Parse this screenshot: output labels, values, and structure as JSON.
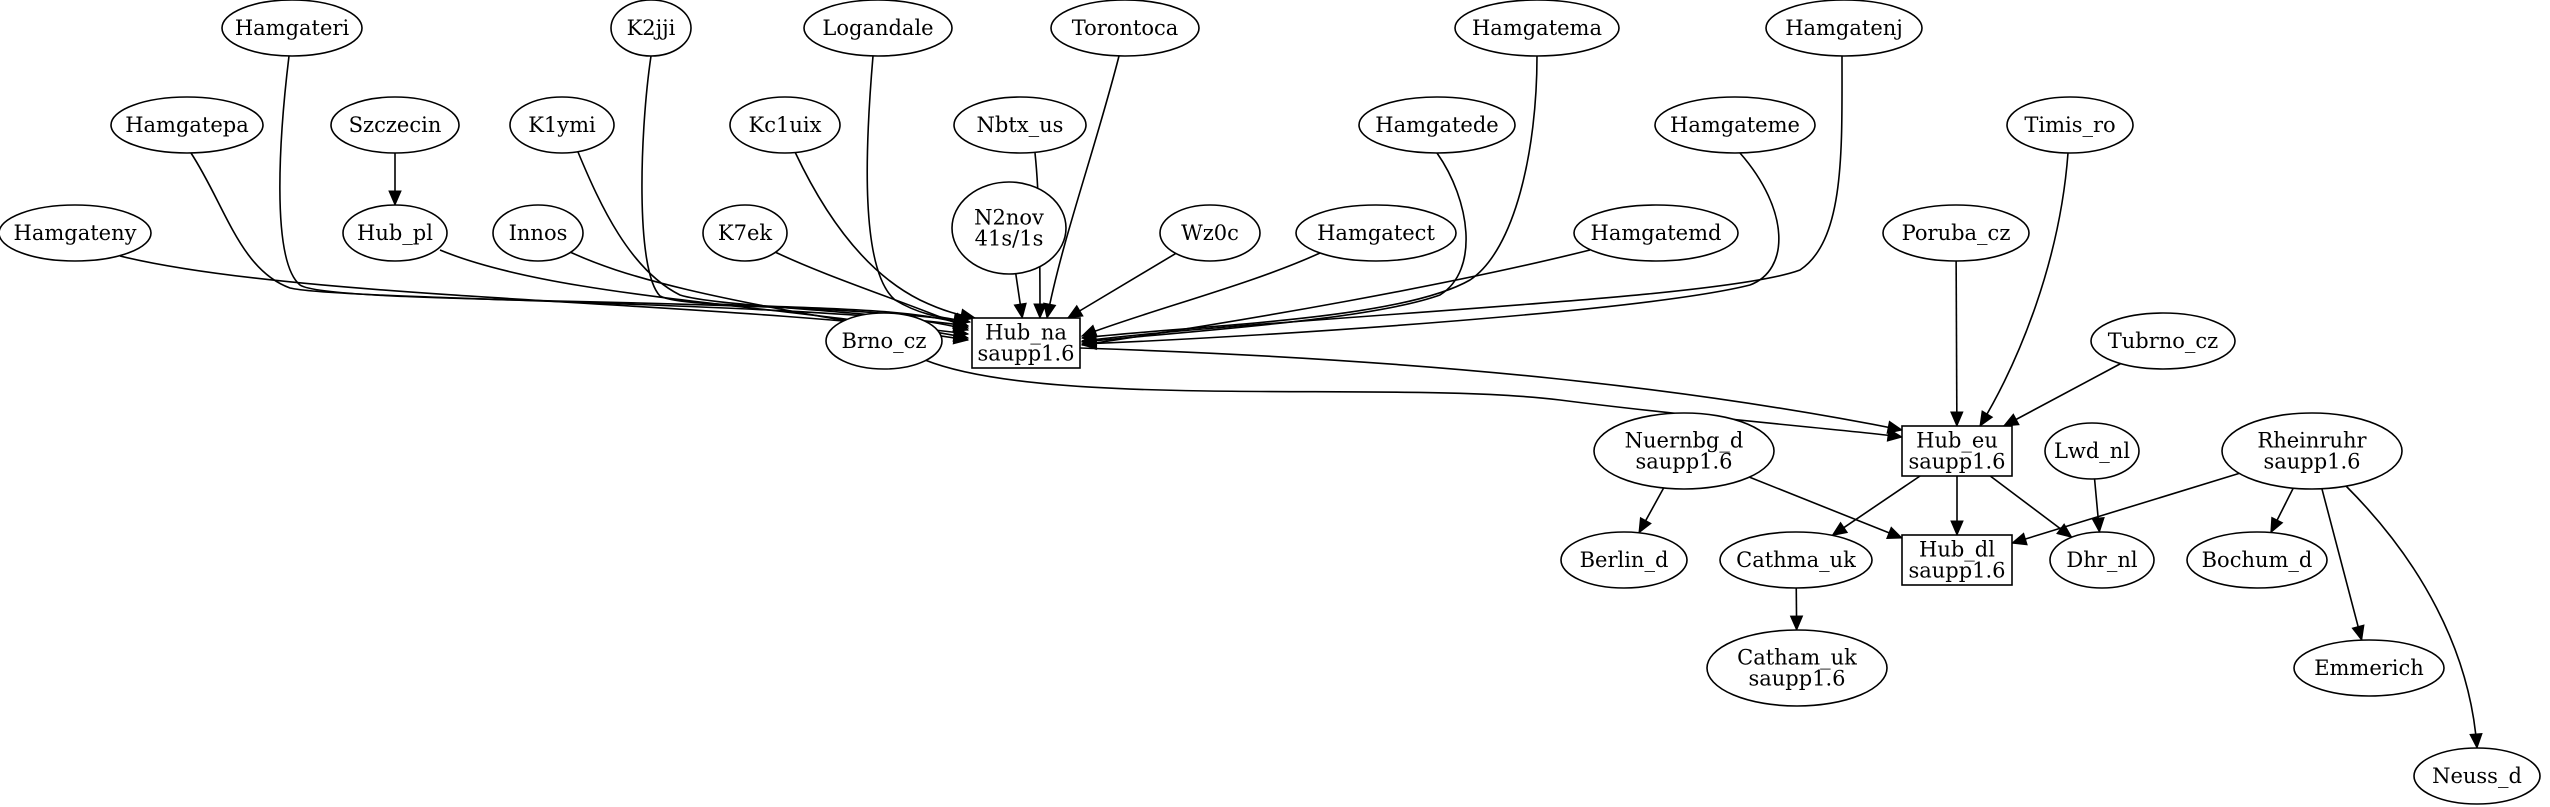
{
  "graph": {
    "nodes": [
      {
        "id": "Hamgateri",
        "lines": [
          "Hamgateri"
        ],
        "shape": "ellipse"
      },
      {
        "id": "K2jji",
        "lines": [
          "K2jji"
        ],
        "shape": "ellipse"
      },
      {
        "id": "Logandale",
        "lines": [
          "Logandale"
        ],
        "shape": "ellipse"
      },
      {
        "id": "Torontoca",
        "lines": [
          "Torontoca"
        ],
        "shape": "ellipse"
      },
      {
        "id": "Hamgatema",
        "lines": [
          "Hamgatema"
        ],
        "shape": "ellipse"
      },
      {
        "id": "Hamgatenj",
        "lines": [
          "Hamgatenj"
        ],
        "shape": "ellipse"
      },
      {
        "id": "Hamgatepa",
        "lines": [
          "Hamgatepa"
        ],
        "shape": "ellipse"
      },
      {
        "id": "Szczecin",
        "lines": [
          "Szczecin"
        ],
        "shape": "ellipse"
      },
      {
        "id": "K1ymi",
        "lines": [
          "K1ymi"
        ],
        "shape": "ellipse"
      },
      {
        "id": "Kc1uix",
        "lines": [
          "Kc1uix"
        ],
        "shape": "ellipse"
      },
      {
        "id": "Nbtx_us",
        "lines": [
          "Nbtx_us"
        ],
        "shape": "ellipse"
      },
      {
        "id": "Hamgatede",
        "lines": [
          "Hamgatede"
        ],
        "shape": "ellipse"
      },
      {
        "id": "Hamgateme",
        "lines": [
          "Hamgateme"
        ],
        "shape": "ellipse"
      },
      {
        "id": "Timis_ro",
        "lines": [
          "Timis_ro"
        ],
        "shape": "ellipse"
      },
      {
        "id": "Hamgateny",
        "lines": [
          "Hamgateny"
        ],
        "shape": "ellipse"
      },
      {
        "id": "Hub_pl",
        "lines": [
          "Hub_pl"
        ],
        "shape": "ellipse"
      },
      {
        "id": "Innos",
        "lines": [
          "Innos"
        ],
        "shape": "ellipse"
      },
      {
        "id": "K7ek",
        "lines": [
          "K7ek"
        ],
        "shape": "ellipse"
      },
      {
        "id": "N2nov",
        "lines": [
          "N2nov",
          "41s/1s"
        ],
        "shape": "ellipse"
      },
      {
        "id": "Wz0c",
        "lines": [
          "Wz0c"
        ],
        "shape": "ellipse"
      },
      {
        "id": "Hamgatect",
        "lines": [
          "Hamgatect"
        ],
        "shape": "ellipse"
      },
      {
        "id": "Hamgatemd",
        "lines": [
          "Hamgatemd"
        ],
        "shape": "ellipse"
      },
      {
        "id": "Poruba_cz",
        "lines": [
          "Poruba_cz"
        ],
        "shape": "ellipse"
      },
      {
        "id": "Brno_cz",
        "lines": [
          "Brno_cz"
        ],
        "shape": "ellipse"
      },
      {
        "id": "Hub_na",
        "lines": [
          "Hub_na",
          "saupp1.6"
        ],
        "shape": "box"
      },
      {
        "id": "Tubrno_cz",
        "lines": [
          "Tubrno_cz"
        ],
        "shape": "ellipse"
      },
      {
        "id": "Nuernbg_d",
        "lines": [
          "Nuernbg_d",
          "saupp1.6"
        ],
        "shape": "ellipse"
      },
      {
        "id": "Hub_eu",
        "lines": [
          "Hub_eu",
          "saupp1.6"
        ],
        "shape": "box"
      },
      {
        "id": "Lwd_nl",
        "lines": [
          "Lwd_nl"
        ],
        "shape": "ellipse"
      },
      {
        "id": "Rheinruhr",
        "lines": [
          "Rheinruhr",
          "saupp1.6"
        ],
        "shape": "ellipse"
      },
      {
        "id": "Berlin_d",
        "lines": [
          "Berlin_d"
        ],
        "shape": "ellipse"
      },
      {
        "id": "Cathma_uk",
        "lines": [
          "Cathma_uk"
        ],
        "shape": "ellipse"
      },
      {
        "id": "Hub_dl",
        "lines": [
          "Hub_dl",
          "saupp1.6"
        ],
        "shape": "box"
      },
      {
        "id": "Dhr_nl",
        "lines": [
          "Dhr_nl"
        ],
        "shape": "ellipse"
      },
      {
        "id": "Bochum_d",
        "lines": [
          "Bochum_d"
        ],
        "shape": "ellipse"
      },
      {
        "id": "Catham_uk",
        "lines": [
          "Catham_uk",
          "saupp1.6"
        ],
        "shape": "ellipse"
      },
      {
        "id": "Emmerich",
        "lines": [
          "Emmerich"
        ],
        "shape": "ellipse"
      },
      {
        "id": "Neuss_d",
        "lines": [
          "Neuss_d"
        ],
        "shape": "ellipse"
      }
    ],
    "edges": [
      {
        "from": "Hamgateri",
        "to": "Hub_na"
      },
      {
        "from": "K2jji",
        "to": "Hub_na"
      },
      {
        "from": "Logandale",
        "to": "Hub_na"
      },
      {
        "from": "Torontoca",
        "to": "Hub_na"
      },
      {
        "from": "Hamgatema",
        "to": "Hub_na"
      },
      {
        "from": "Hamgatenj",
        "to": "Hub_na"
      },
      {
        "from": "Hamgatepa",
        "to": "Hub_na"
      },
      {
        "from": "Szczecin",
        "to": "Hub_pl"
      },
      {
        "from": "K1ymi",
        "to": "Hub_na"
      },
      {
        "from": "Kc1uix",
        "to": "Hub_na"
      },
      {
        "from": "Nbtx_us",
        "to": "Hub_na"
      },
      {
        "from": "Hamgatede",
        "to": "Hub_na"
      },
      {
        "from": "Hamgateme",
        "to": "Hub_na"
      },
      {
        "from": "Timis_ro",
        "to": "Hub_eu"
      },
      {
        "from": "Hamgateny",
        "to": "Hub_na"
      },
      {
        "from": "Hub_pl",
        "to": "Hub_na"
      },
      {
        "from": "Innos",
        "to": "Hub_na"
      },
      {
        "from": "K7ek",
        "to": "Hub_na"
      },
      {
        "from": "N2nov",
        "to": "Hub_na"
      },
      {
        "from": "Wz0c",
        "to": "Hub_na"
      },
      {
        "from": "Hamgatect",
        "to": "Hub_na"
      },
      {
        "from": "Hamgatemd",
        "to": "Hub_na"
      },
      {
        "from": "Poruba_cz",
        "to": "Hub_eu"
      },
      {
        "from": "Brno_cz",
        "to": "Hub_eu"
      },
      {
        "from": "Hub_na",
        "to": "Hub_eu"
      },
      {
        "from": "Tubrno_cz",
        "to": "Hub_eu"
      },
      {
        "from": "Nuernbg_d",
        "to": "Berlin_d"
      },
      {
        "from": "Nuernbg_d",
        "to": "Hub_dl"
      },
      {
        "from": "Hub_eu",
        "to": "Cathma_uk"
      },
      {
        "from": "Hub_eu",
        "to": "Hub_dl"
      },
      {
        "from": "Hub_eu",
        "to": "Dhr_nl"
      },
      {
        "from": "Lwd_nl",
        "to": "Dhr_nl"
      },
      {
        "from": "Rheinruhr",
        "to": "Hub_dl"
      },
      {
        "from": "Rheinruhr",
        "to": "Bochum_d"
      },
      {
        "from": "Rheinruhr",
        "to": "Emmerich"
      },
      {
        "from": "Rheinruhr",
        "to": "Neuss_d"
      },
      {
        "from": "Cathma_uk",
        "to": "Catham_uk"
      }
    ]
  }
}
